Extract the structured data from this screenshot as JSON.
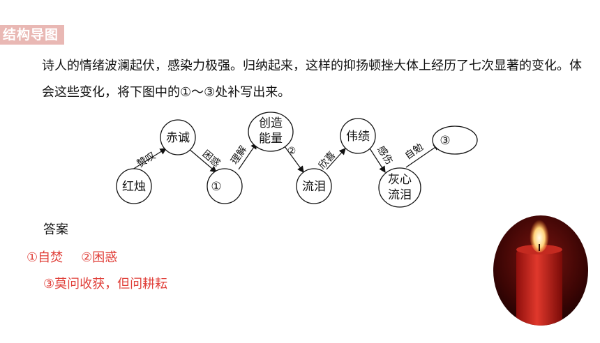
{
  "section_title": "结构导图",
  "question": "诗人的情绪波澜起伏，感染力极强。归纳起来，这样的抑扬顿挫大体上经历了七次显著的变化。体会这些变化，将下图中的①～③处补写出来。",
  "diagram": {
    "nodes": {
      "n1": "红烛",
      "n2": "赤诚",
      "n3": "①",
      "n4a": "创造",
      "n4b": "能量",
      "n5": "流泪",
      "n6": "伟绩",
      "n7a": "灰心",
      "n7b": "流泪",
      "n8": "③"
    },
    "edges": {
      "e1": "赞叹",
      "e2": "困惑",
      "e3": "理解",
      "e4": "②",
      "e5": "欣喜",
      "e6": "感伤",
      "e7": "自勉"
    }
  },
  "answer": {
    "label": "答案",
    "item1": "①自焚",
    "item2": "②困惑",
    "item3": "③莫问收获，但问耕耘"
  },
  "colors": {
    "answer_red": "#e0403a",
    "section_tag_bg": "#e9b8b4"
  }
}
